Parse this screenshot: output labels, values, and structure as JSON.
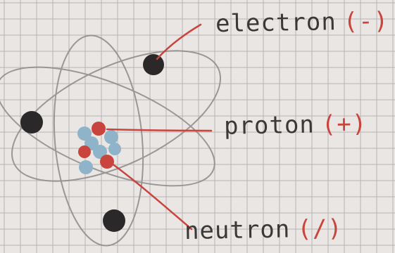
{
  "labels": {
    "electron": {
      "word": "electron",
      "sign": "(-)"
    },
    "proton": {
      "word": "proton",
      "sign": "(+)"
    },
    "neutron": {
      "word": "neutron",
      "sign": "(/)"
    }
  },
  "colors": {
    "paper": "#e9e6e3",
    "grid": "#b9b4b4",
    "orbit": "#8d8a8a",
    "pencil": "#3b3838",
    "electron": "#2a2828",
    "proton": "#c8443d",
    "neutron": "#8fb3c9",
    "pointer_line": "#c8443d"
  }
}
